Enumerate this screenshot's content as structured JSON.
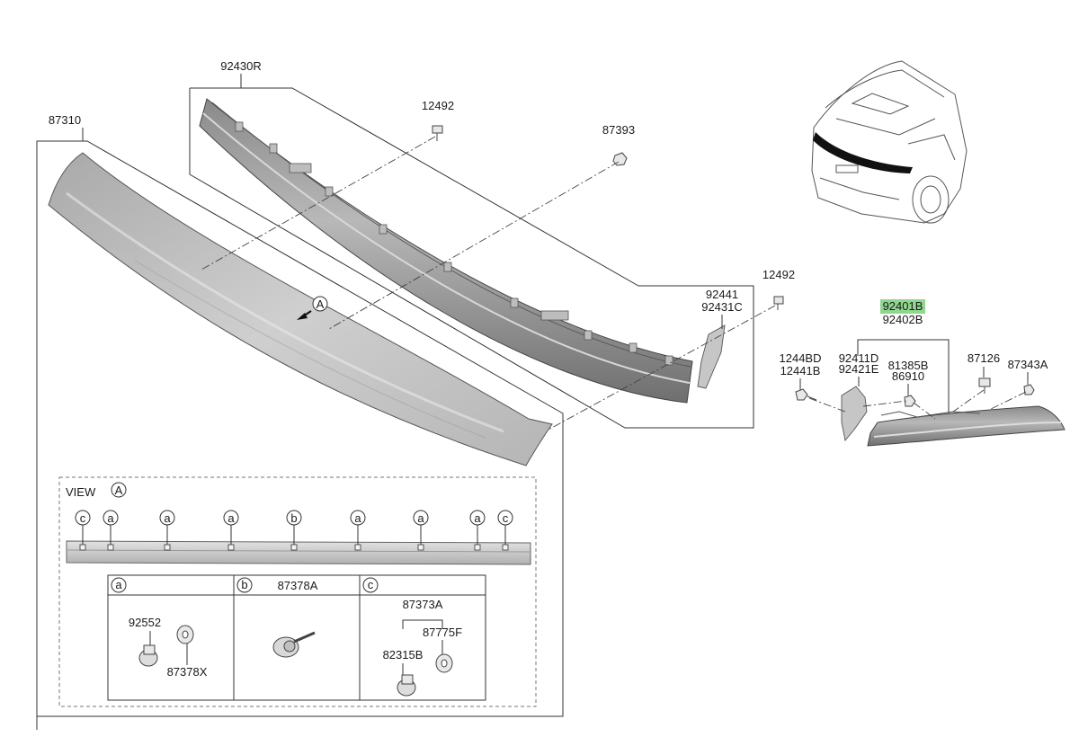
{
  "labels": {
    "p87310": "87310",
    "p92430r": "92430R",
    "p12492_top": "12492",
    "p87393": "87393",
    "p12492_right": "12492",
    "p92441": "92441",
    "p92431c": "92431C",
    "p92401b": "92401B",
    "p92402b": "92402B",
    "p1244bd": "1244BD",
    "p12441b": "12441B",
    "p92411d": "92411D",
    "p92421e": "92421E",
    "p81385b": "81385B",
    "p86910": "86910",
    "p87126": "87126",
    "p87343a": "87343A"
  },
  "view": {
    "title": "VIEW",
    "ref_marker": "A",
    "callout_a": "a",
    "callout_b": "b",
    "callout_c": "c",
    "view_marker": "A"
  },
  "detail": {
    "a_letter": "a",
    "a_part1": "92552",
    "a_part2": "87378X",
    "b_letter": "b",
    "b_part": "87378A",
    "c_letter": "c",
    "c_part_main": "87373A",
    "c_part1": "82315B",
    "c_part2": "87775F"
  },
  "colors": {
    "highlight": "#8fd68f",
    "part_fill": "#c8c8c8",
    "line": "#333333"
  },
  "highlighted_part": "92401B"
}
